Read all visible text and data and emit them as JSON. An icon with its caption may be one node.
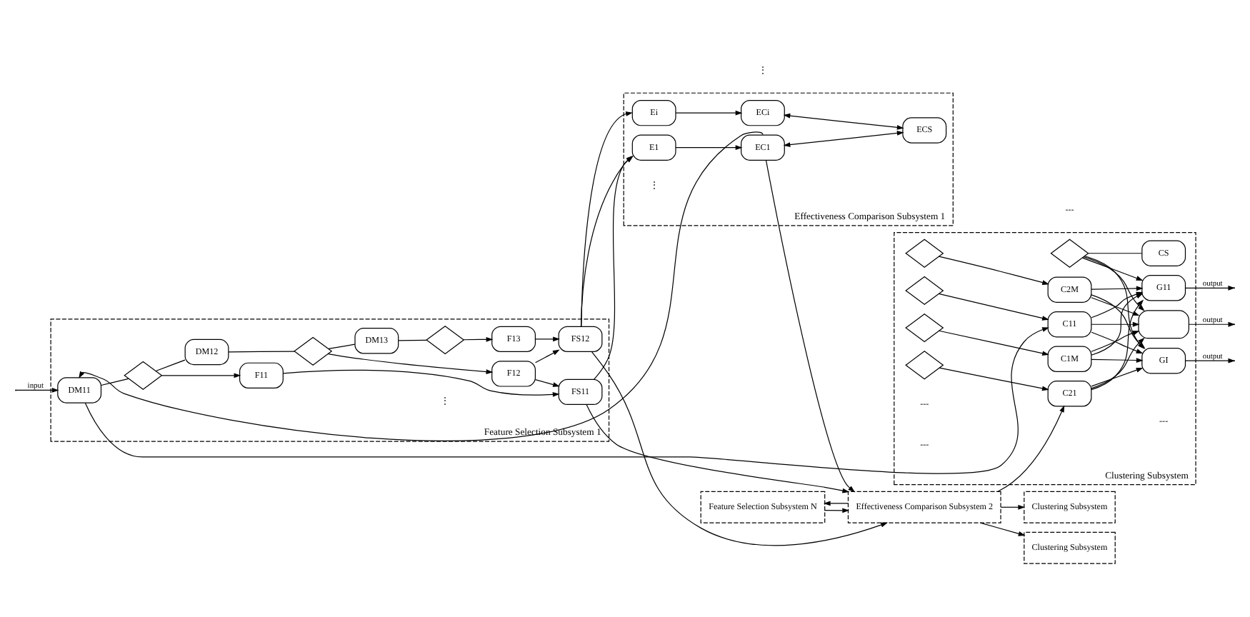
{
  "diagram": {
    "nodes": [
      {
        "text": [
          "Feature Selection Subsystem 1"
        ]
      },
      {
        "text": [
          "DM11"
        ],
        "in": 0
      },
      {
        "text": [],
        "shape": "diamond",
        "in": 0
      },
      {
        "text": [
          "F11"
        ],
        "in": 0
      },
      {
        "text": [
          "DM12"
        ],
        "in": 0
      },
      {
        "text": [],
        "shape": "diamond",
        "in": 0
      },
      {
        "text": [
          "F12"
        ],
        "in": 0
      },
      {
        "text": [
          "DM13"
        ],
        "in": 0
      },
      {
        "text": [],
        "shape": "diamond",
        "in": 0
      },
      {
        "text": [
          "F13"
        ],
        "in": 0
      },
      {
        "text": [
          "FS11"
        ],
        "in": 0
      },
      {
        "text": [
          "FS12"
        ],
        "in": 0
      },
      {
        "text": [
          "Feature Selection Subsystem N"
        ]
      },
      {
        "text": [
          "Effectiveness Comparison Subsystem 1"
        ]
      },
      {
        "text": [
          "E1"
        ],
        "in": 13
      },
      {
        "text": [
          "EC1"
        ],
        "in": 13
      },
      {
        "text": [
          "Ei"
        ],
        "in": 13
      },
      {
        "text": [
          "ECi"
        ],
        "in": 13
      },
      {
        "text": [
          "ECS"
        ],
        "in": 13
      },
      {
        "text": [
          "Effectiveness Comparison Subsystem 2"
        ]
      },
      {
        "text": [
          "Clustering Subsystem"
        ]
      },
      {
        "text": [
          "C11"
        ],
        "in": 20
      },
      {
        "text": [],
        "shape": "diamond",
        "in": 20
      },
      {
        "text": [
          "C1M"
        ],
        "in": 20
      },
      {
        "text": [],
        "shape": "diamond",
        "in": 20
      },
      {
        "text": [
          "G11"
        ],
        "in": 20
      },
      {
        "text": [],
        "shape": "box",
        "in": 20
      },
      {
        "text": [
          "GI"
        ],
        "in": 20
      },
      {
        "text": [],
        "shape": "diamond",
        "in": 20
      },
      {
        "text": [
          "CS"
        ],
        "in": 20
      },
      {
        "text": [
          "C21"
        ],
        "in": 20
      },
      {
        "text": [],
        "shape": "diamond",
        "in": 20
      },
      {
        "text": [
          "C2M"
        ],
        "in": 20
      },
      {
        "text": [],
        "shape": "diamond",
        "in": 20
      },
      {
        "text": [
          "Clustering Subsystem"
        ]
      },
      {
        "text": [
          "Clustering Subsystem"
        ]
      }
    ],
    "edges": [
      {
        "from": null,
        "to": 1,
        "arrow": "to",
        "label": "input"
      },
      {
        "from": 1,
        "to": 2,
        "arrow": "none"
      },
      {
        "from": 2,
        "to": 4,
        "arrow": "none"
      },
      {
        "from": 4,
        "to": 5,
        "arrow": "none"
      },
      {
        "from": 5,
        "to": 7,
        "arrow": "none"
      },
      {
        "from": 7,
        "to": 8,
        "arrow": "none"
      },
      {
        "from": 2,
        "to": 3,
        "arrow": "to"
      },
      {
        "from": 5,
        "to": 6,
        "arrow": "to"
      },
      {
        "from": 8,
        "to": 9,
        "arrow": "to"
      },
      {
        "from": 3,
        "to": 10,
        "arrow": "to"
      },
      {
        "from": 6,
        "to": 10,
        "arrow": "to"
      },
      {
        "from": 6,
        "to": 11,
        "arrow": "to"
      },
      {
        "from": 9,
        "to": 11,
        "arrow": "to"
      },
      {
        "from": 10,
        "to": 14,
        "arrow": "to"
      },
      {
        "from": 11,
        "to": 14,
        "arrow": "to"
      },
      {
        "from": 11,
        "to": 16,
        "arrow": "to"
      },
      {
        "from": 10,
        "to": 19,
        "arrow": "to"
      },
      {
        "from": 11,
        "to": 19,
        "arrow": "to"
      },
      {
        "from": 14,
        "to": 15,
        "arrow": "to"
      },
      {
        "from": 16,
        "to": 17,
        "arrow": "to"
      },
      {
        "from": 15,
        "to": 18,
        "arrow": "both"
      },
      {
        "from": 17,
        "to": 18,
        "arrow": "both"
      },
      {
        "from": 15,
        "to": 19,
        "arrow": "to"
      },
      {
        "from": 15,
        "to": 1,
        "arrow": "to"
      },
      {
        "from": 1,
        "to": 21,
        "arrow": "to"
      },
      {
        "from": 22,
        "to": 21,
        "arrow": "to"
      },
      {
        "from": 24,
        "to": 23,
        "arrow": "to"
      },
      {
        "from": 21,
        "to": 25,
        "arrow": "to"
      },
      {
        "from": 21,
        "to": 26,
        "arrow": "to"
      },
      {
        "from": 21,
        "to": 27,
        "arrow": "to"
      },
      {
        "from": 23,
        "to": 25,
        "arrow": "to"
      },
      {
        "from": 23,
        "to": 26,
        "arrow": "to"
      },
      {
        "from": 23,
        "to": 27,
        "arrow": "to"
      },
      {
        "from": 25,
        "to": null,
        "arrow": "to",
        "label": "output"
      },
      {
        "from": 26,
        "to": null,
        "arrow": "to",
        "label": "output"
      },
      {
        "from": 27,
        "to": null,
        "arrow": "to",
        "label": "output"
      },
      {
        "from": 28,
        "to": 25,
        "arrow": "to"
      },
      {
        "from": 28,
        "to": 26,
        "arrow": "to"
      },
      {
        "from": 28,
        "to": 27,
        "arrow": "to"
      },
      {
        "from": 28,
        "to": 29,
        "arrow": "none"
      },
      {
        "from": 30,
        "to": 25,
        "arrow": "to"
      },
      {
        "from": 30,
        "to": 26,
        "arrow": "to"
      },
      {
        "from": 30,
        "to": 27,
        "arrow": "to"
      },
      {
        "from": 32,
        "to": 25,
        "arrow": "to"
      },
      {
        "from": 32,
        "to": 26,
        "arrow": "to"
      },
      {
        "from": 32,
        "to": 27,
        "arrow": "to"
      },
      {
        "from": 31,
        "to": 30,
        "arrow": "to"
      },
      {
        "from": 33,
        "to": 32,
        "arrow": "to"
      },
      {
        "from": 19,
        "to": 12,
        "arrow": "to"
      },
      {
        "from": 12,
        "to": 19,
        "arrow": "to"
      },
      {
        "from": 19,
        "to": 30,
        "arrow": "to"
      },
      {
        "from": 19,
        "to": 34,
        "arrow": "to"
      },
      {
        "from": 19,
        "to": 35,
        "arrow": "to"
      }
    ],
    "labels": [
      "⋮",
      "⋮",
      "⋮",
      "---",
      "---",
      "---",
      "---"
    ]
  }
}
